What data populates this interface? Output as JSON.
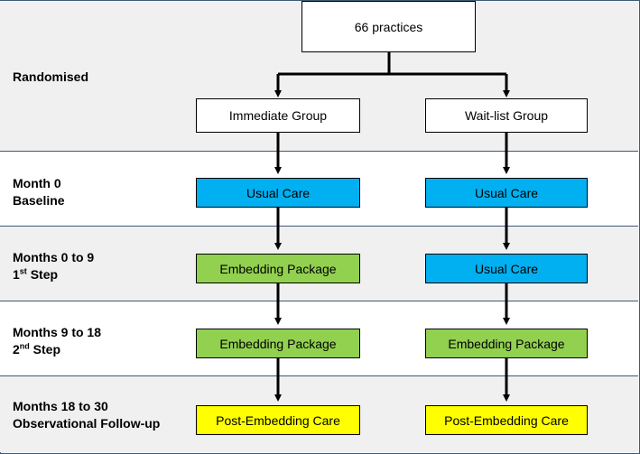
{
  "rows": [
    {
      "label_line1": "Randomised",
      "label_line2": "",
      "label_sup": "",
      "label_line2_rest": ""
    },
    {
      "label_line1": "Month 0",
      "label_line2": "Baseline",
      "label_sup": "",
      "label_line2_rest": ""
    },
    {
      "label_line1": "Months 0 to 9",
      "label_line2": "1",
      "label_sup": "st",
      "label_line2_rest": " Step"
    },
    {
      "label_line1": "Months 9 to 18",
      "label_line2": "2",
      "label_sup": "nd",
      "label_line2_rest": " Step"
    },
    {
      "label_line1": "Months 18 to 30",
      "label_line2": "Observational Follow-up",
      "label_sup": "",
      "label_line2_rest": ""
    }
  ],
  "top_box": "66 practices",
  "groups": {
    "left": "Immediate Group",
    "right": "Wait-list Group"
  },
  "left_column": [
    "Usual Care",
    "Embedding Package",
    "Embedding Package",
    "Post-Embedding Care"
  ],
  "right_column": [
    "Usual Care",
    "Usual Care",
    "Embedding Package",
    "Post-Embedding Care"
  ],
  "colors": {
    "usual_care": "#00b0f0",
    "embedding_package": "#92d050",
    "post_embedding_care": "#ffff00",
    "row_gray": "#f0f0f0",
    "border": "#3c5a78"
  }
}
